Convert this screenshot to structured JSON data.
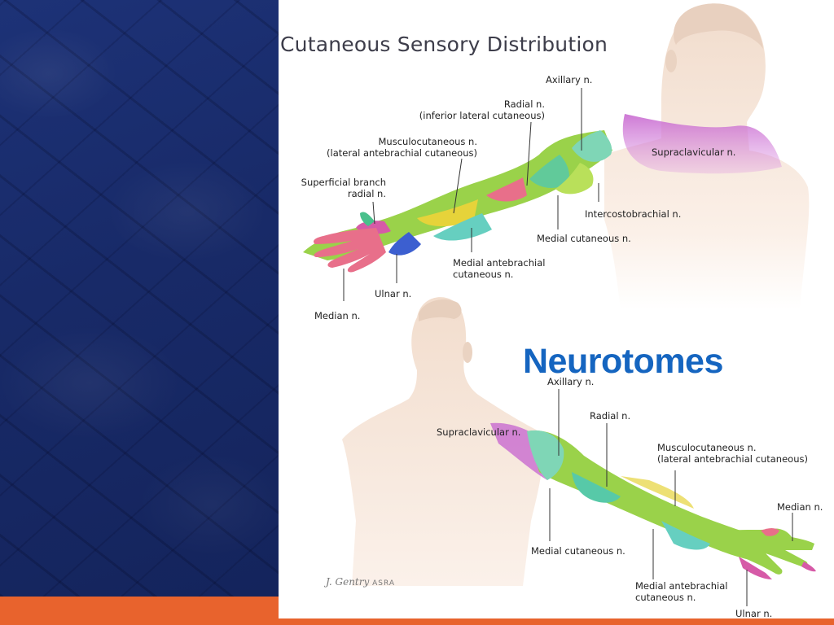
{
  "slide": {
    "heading": "Neurotomes",
    "colors": {
      "left_panel": "#182a68",
      "bottom_bar": "#e8632d",
      "heading": "#1565c0"
    }
  },
  "figure": {
    "title": "Cutaneous Sensory Distribution",
    "credit_signature": "J. Gentry",
    "credit_org": "ASRA",
    "anterior_view": {
      "labels": {
        "axillary": "Axillary n.",
        "radial": [
          "Radial n.",
          "(inferior lateral cutaneous)"
        ],
        "musculocutaneous": [
          "Musculocutaneous n.",
          "(lateral antebrachial cutaneous)"
        ],
        "superficial_radial": [
          "Superficial branch",
          "radial n."
        ],
        "supraclavicular": "Supraclavicular n.",
        "intercostobrachial": "Intercostobrachial n.",
        "medial_cutaneous": "Medial cutaneous n.",
        "medial_antebrachial": [
          "Medial antebrachial",
          "cutaneous n."
        ],
        "ulnar": "Ulnar n.",
        "median": "Median n."
      }
    },
    "posterior_view": {
      "labels": {
        "axillary": "Axillary n.",
        "radial": "Radial n.",
        "supraclavicular": "Supraclavicular n.",
        "musculocutaneous": [
          "Musculocutaneous n.",
          "(lateral antebrachial cutaneous)"
        ],
        "median": "Median n.",
        "medial_cutaneous": "Medial cutaneous n.",
        "medial_antebrachial": [
          "Medial antebrachial",
          "cutaneous n."
        ],
        "ulnar": "Ulnar n."
      }
    },
    "nerve_colors": {
      "supraclavicular": "#c86ad0",
      "axillary": "#7fd6b6",
      "radial": "#9ad24a",
      "musculocutaneous": "#e6d33a",
      "median": "#e86f8a",
      "ulnar": "#d65aa7",
      "medial_cutaneous": "#57c9a8",
      "intercostobrachial": "#b9e05a",
      "medial_antebrachial": "#66cfc0",
      "superficial_radial": "#49c08c",
      "deep_blue": "#3c5fd0"
    }
  }
}
